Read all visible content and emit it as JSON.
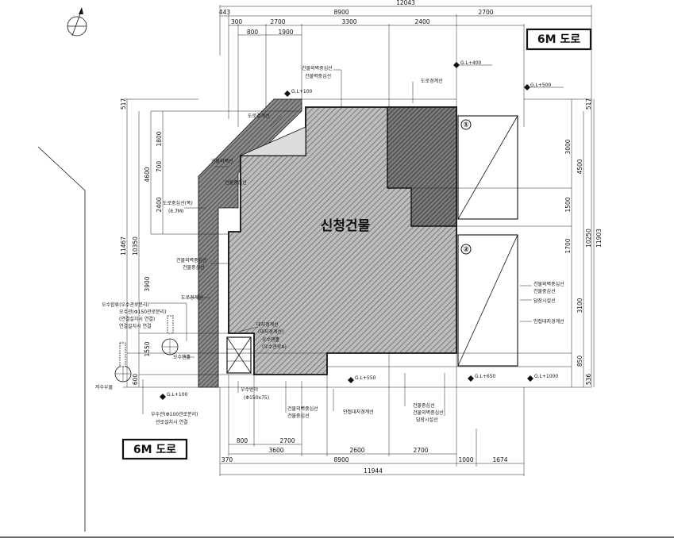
{
  "building_label": "신청건물",
  "roads": {
    "top": "6M 도로",
    "bottom": "6M 도로"
  },
  "markers": {
    "one": "①",
    "two": "②"
  },
  "dims_top": {
    "total": "12043",
    "row1": [
      "443",
      "8900",
      "2700"
    ],
    "row2": [
      "300",
      "2700",
      "3300",
      "2400"
    ],
    "row3": [
      "800",
      "1900"
    ]
  },
  "dims_bottom": {
    "row1": [
      "800",
      "2700"
    ],
    "row2": [
      "3600",
      "2600",
      "2700"
    ],
    "row3": [
      "370",
      "8900",
      "1000",
      "1674"
    ],
    "total": "11944"
  },
  "dims_left": {
    "outer": "11467",
    "mid": "10350",
    "top": "517",
    "a": [
      "1800",
      "700",
      "2400",
      "3900",
      "1550",
      "600"
    ],
    "b": "4600"
  },
  "dims_right": {
    "top": "517",
    "outer": "11903",
    "mid": "10250",
    "a": [
      "3000",
      "1500",
      "1700",
      "3100",
      "850",
      "536"
    ],
    "b": "4500"
  },
  "levels": {
    "gl_400": "G.L+400",
    "gl_500": "G.L+500",
    "gl_100a": "G.L+100",
    "gl_100b": "G.L+100",
    "gl_550": "G.L+550",
    "gl_650": "G.L+650",
    "gl_1000": "G.L+1000"
  },
  "notes": {
    "n1": "건물외벽중심선",
    "n2": "건물벽중심선",
    "n3": "도로경계선",
    "n4": "도로결계선",
    "n5": "건물외벽선",
    "n6": "건물중심선",
    "n7": "도로경계선",
    "n8": "도로중심선(폭)",
    "n9": "(6.7M)",
    "n10": "건물외벽중심선",
    "n11": "건물중심선",
    "n12": "오수합류(우수관로분리)",
    "n13": "대지경계선",
    "n14": "(대지경계선)",
    "n15": "우수맨홀",
    "n16": "(우수관로A)",
    "n17": "건물외벽중심선",
    "n18": "건물중심선",
    "n19": "담장시설선",
    "n20": "인접대지경계선",
    "n21": "건물중심선",
    "n22": "건물외벽중심선",
    "n23": "인접대지경계선",
    "n24": "건물중심선",
    "n25": "건물외벽중심선",
    "n26": "담장시설선",
    "n27": "우수받이",
    "n28": "(Φ150x75)",
    "n29": "우수관(Φ100관로분리)",
    "n30": "관로설치시 연결",
    "n31": "오수맨홀",
    "n32": "저수우물",
    "n33": "오수관(Φ150관로분리)",
    "n34": "연결설치시 연결",
    "n35": "(연결설치시 연결)"
  }
}
